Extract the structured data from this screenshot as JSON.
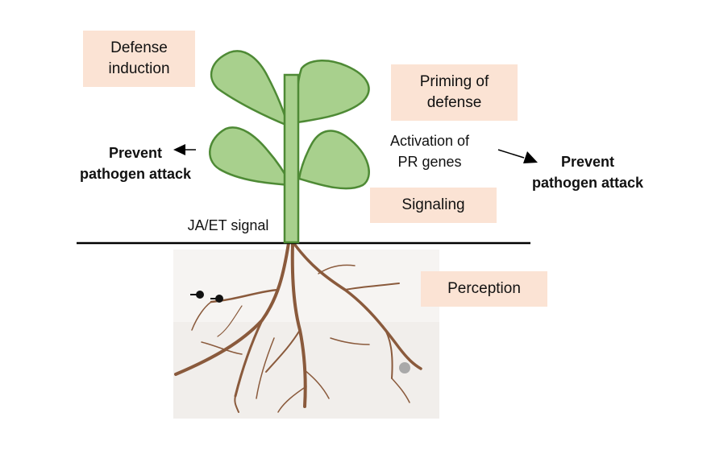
{
  "boxes": {
    "defense_induction": [
      "Defense",
      "induction"
    ],
    "priming": [
      "Priming of",
      "defense"
    ],
    "signaling": "Signaling",
    "perception": "Perception"
  },
  "labels": {
    "prevent_left": [
      "Prevent",
      "pathogen attack"
    ],
    "prevent_right": [
      "Prevent",
      "pathogen attack"
    ],
    "activation": [
      "Activation of",
      "PR genes"
    ],
    "ja_et": "JA/ET signal"
  },
  "colors": {
    "leaf_fill": "#a8d08d",
    "leaf_stroke": "#4e8a35",
    "box_fill": "#fbe3d4",
    "root": "#8a5a3c",
    "ground_line": "#000000"
  }
}
